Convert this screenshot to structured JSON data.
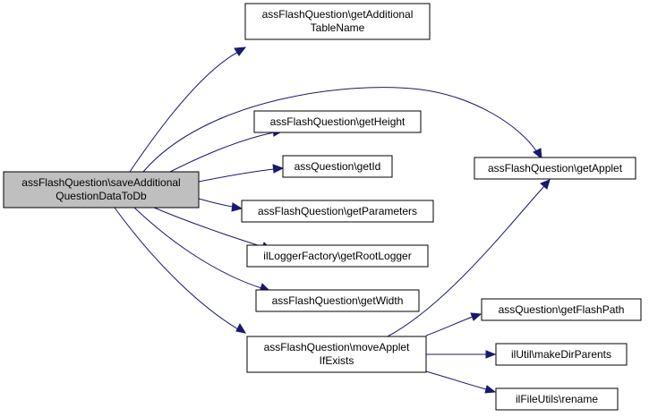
{
  "graph": {
    "root": {
      "line1": "assFlashQuestion\\saveAdditional",
      "line2": "QuestionDataToDb"
    },
    "nodes": {
      "getAdditionalTableName": {
        "line1": "assFlashQuestion\\getAdditional",
        "line2": "TableName"
      },
      "getHeight": {
        "line1": "assFlashQuestion\\getHeight"
      },
      "getId": {
        "line1": "assQuestion\\getId"
      },
      "getParameters": {
        "line1": "assFlashQuestion\\getParameters"
      },
      "getRootLogger": {
        "line1": "ilLoggerFactory\\getRootLogger"
      },
      "getWidth": {
        "line1": "assFlashQuestion\\getWidth"
      },
      "moveAppletIfExists": {
        "line1": "assFlashQuestion\\moveApplet",
        "line2": "IfExists"
      },
      "getApplet": {
        "line1": "assFlashQuestion\\getApplet"
      },
      "getFlashPath": {
        "line1": "assQuestion\\getFlashPath"
      },
      "makeDirParents": {
        "line1": "ilUtil\\makeDirParents"
      },
      "rename": {
        "line1": "ilFileUtils\\rename"
      }
    },
    "colors": {
      "edge": "#191970",
      "root_fill": "#bfbfbf",
      "node_fill": "#ffffff",
      "border": "#000000"
    }
  }
}
